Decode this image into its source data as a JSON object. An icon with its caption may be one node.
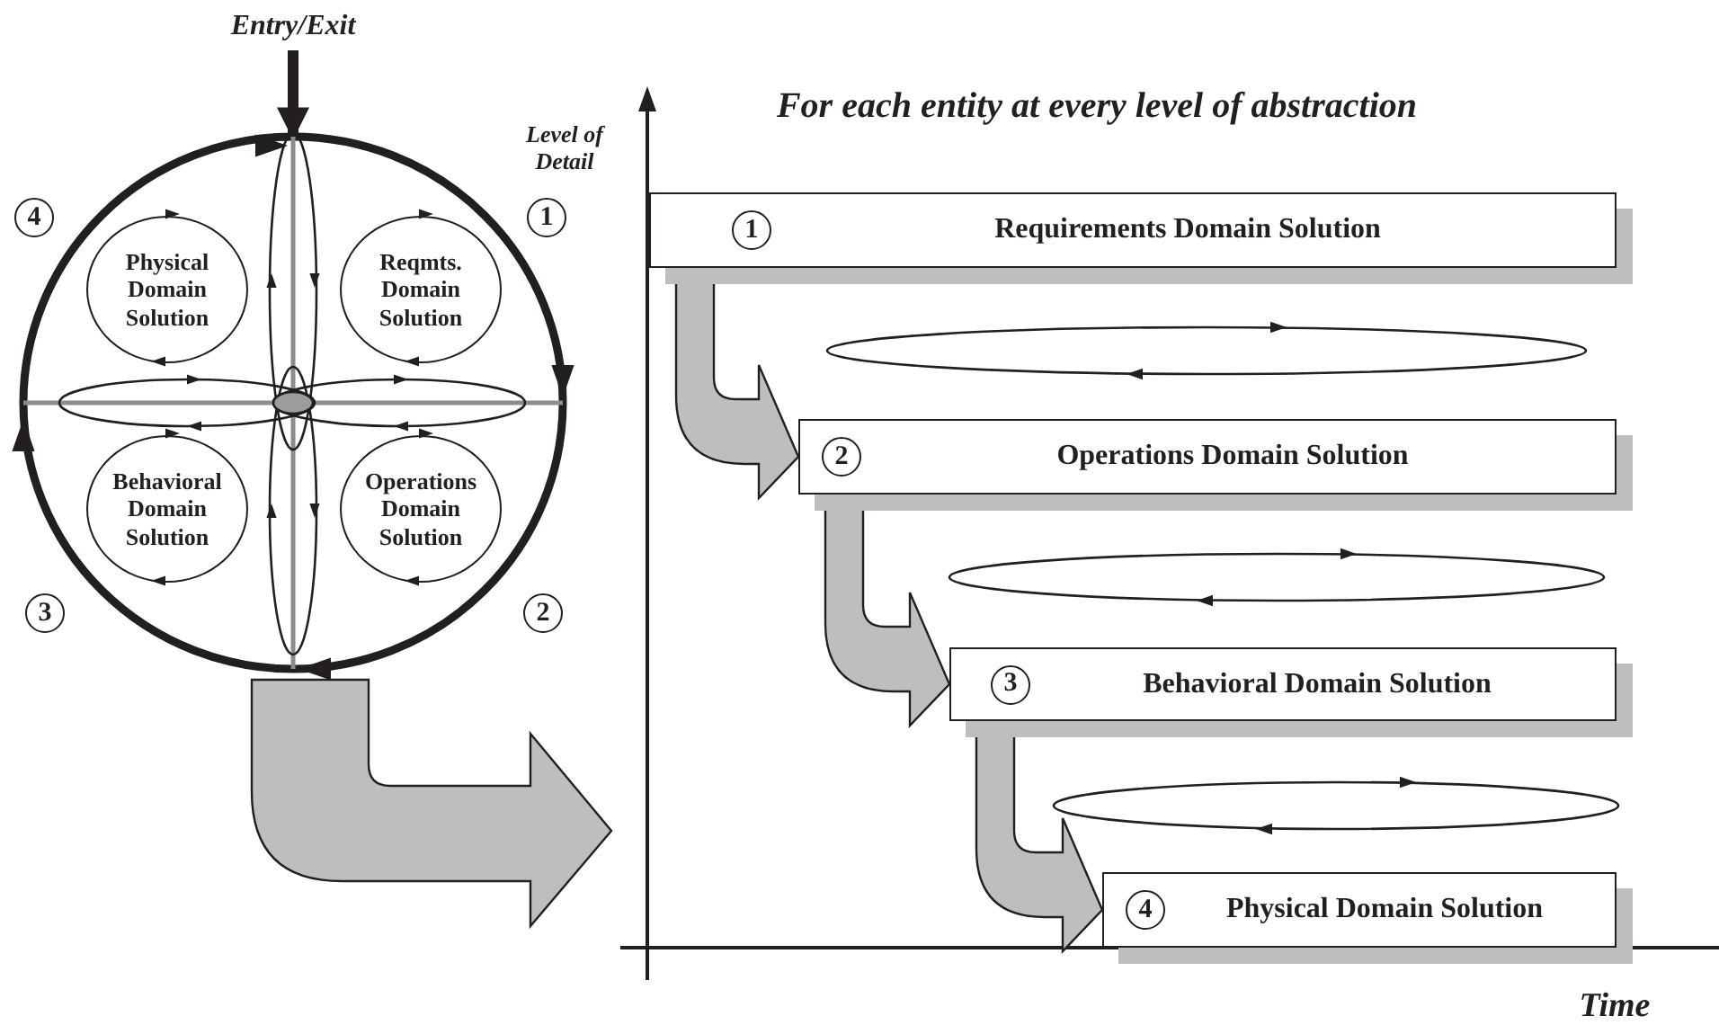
{
  "diagram": {
    "title": "For each entity at every level of abstraction",
    "nodes": [
      {
        "text": [
          "Entry/Exit"
        ]
      },
      {
        "text": [],
        "shape": "circle"
      },
      {
        "text": [
          "Physical Domain Solution"
        ],
        "in": 1
      },
      {
        "text": [
          "Reqmts. Domain Solution"
        ],
        "in": 1
      },
      {
        "text": [
          "Behavioral Domain Solution"
        ],
        "in": 1
      },
      {
        "text": [
          "Operations Domain Solution"
        ],
        "in": 1
      },
      {
        "text": [
          "1",
          "Requirements Domain Solution"
        ]
      },
      {
        "text": [
          "2",
          "Operations Domain Solution"
        ]
      },
      {
        "text": [
          "3",
          "Behavioral Domain Solution"
        ]
      },
      {
        "text": [
          "4",
          "Physical Domain Solution"
        ]
      }
    ],
    "edges": [
      {
        "from": 0,
        "to": 1,
        "arrow": "to",
        "color": "#231f20"
      },
      {
        "from": 1,
        "to": null,
        "arrow": "to"
      },
      {
        "from": 6,
        "to": 7,
        "arrow": "to"
      },
      {
        "from": 7,
        "to": 8,
        "arrow": "to"
      },
      {
        "from": 8,
        "to": 9,
        "arrow": "to"
      }
    ],
    "labels": [
      "Level of Detail",
      "4",
      "1",
      "3",
      "2",
      "Time"
    ]
  }
}
